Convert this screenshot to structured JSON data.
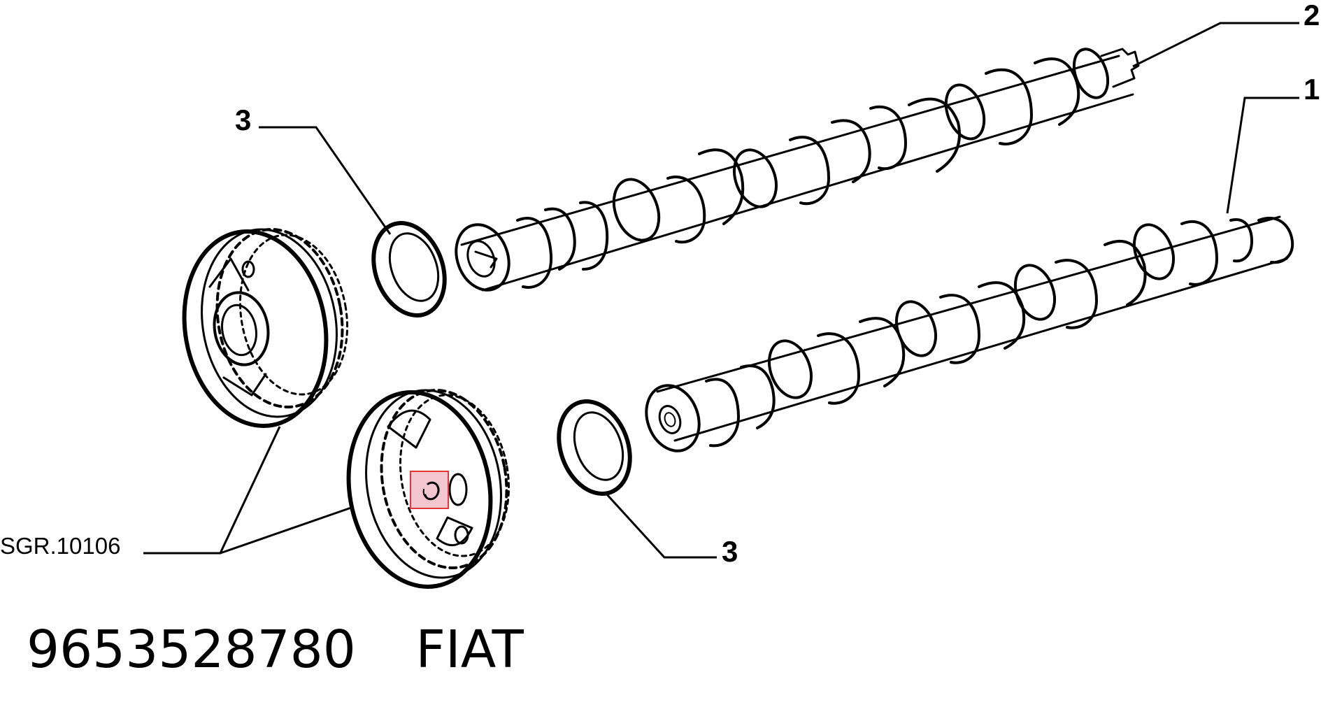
{
  "callouts": {
    "cam_shaft_upper_tip": "2",
    "cam_shaft_lower": "1",
    "seal_upper": "3",
    "seal_lower": "3"
  },
  "group_label": "SGR.10106",
  "footer": {
    "part_number": "9653528780",
    "brand": "FIAT"
  },
  "colors": {
    "line": "#000000",
    "highlight_stroke": "#e3373a",
    "highlight_fill": "#f4c6cf"
  }
}
